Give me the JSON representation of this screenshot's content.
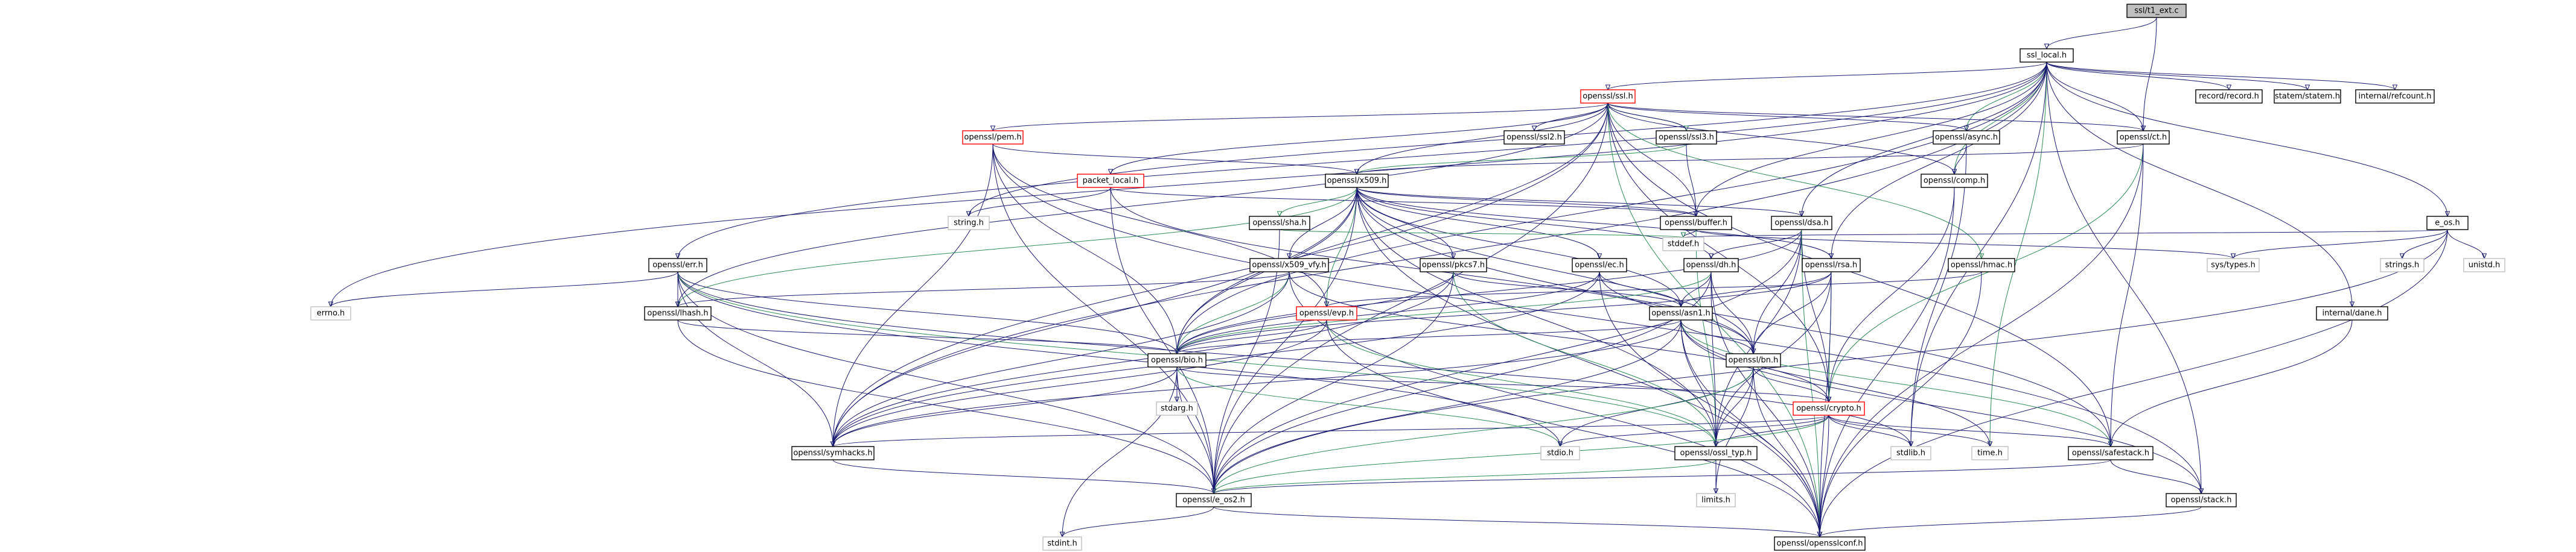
{
  "colors": {
    "edge": "#191970",
    "edge_alt": "#2e8b57",
    "node_border": "#000000",
    "root_fill": "#bfbfbf",
    "truncated_border": "#ff0000",
    "undocumented_border": "#bfbfbf"
  },
  "nodes": {
    "ssl_ssl_txt_c": "ssl/t1_ext.c",
    "ssl_local_h": "ssl_local.h",
    "openssl_ssl_h": "openssl/ssl.h",
    "openssl_pem_h": "openssl/pem.h",
    "openssl_ssl2_h": "openssl/ssl2.h",
    "openssl_ssl3_h": "openssl/ssl3.h",
    "openssl_async_h": "openssl/async.h",
    "openssl_ct_h": "openssl/ct.h",
    "record_record_h": "record/record.h",
    "statem_statem_h": "statem/statem.h",
    "internal_refcount_h": "internal/refcount.h",
    "packet_local_h": "packet_local.h",
    "openssl_x509_h": "openssl/x509.h",
    "openssl_comp_h": "openssl/comp.h",
    "openssl_buffer_h": "openssl/buffer.h",
    "openssl_dsa_h": "openssl/dsa.h",
    "e_os_h": "e_os.h",
    "openssl_sha_h": "openssl/sha.h",
    "string_h": "string.h",
    "openssl_err_h": "openssl/err.h",
    "openssl_pkcs7_h": "openssl/pkcs7.h",
    "openssl_ec_h": "openssl/ec.h",
    "openssl_dh_h": "openssl/dh.h",
    "openssl_rsa_h": "openssl/rsa.h",
    "openssl_hmac_h": "openssl/hmac.h",
    "stddef_h": "stddef.h",
    "sys_types_h": "sys/types.h",
    "strings_h": "strings.h",
    "unistd_h": "unistd.h",
    "openssl_x509_vfy_h": "openssl/x509_vfy.h",
    "openssl_lhash_h": "openssl/lhash.h",
    "errno_h": "errno.h",
    "openssl_evp_h": "openssl/evp.h",
    "openssl_asn1_h": "openssl/asn1.h",
    "internal_dane_h": "internal/dane.h",
    "openssl_bio_h": "openssl/bio.h",
    "openssl_bn_h": "openssl/bn.h",
    "stdarg_h": "stdarg.h",
    "openssl_crypto_h": "openssl/crypto.h",
    "openssl_symhacks_h": "openssl/symhacks.h",
    "stdio_h": "stdio.h",
    "openssl_ossl_typ_h": "openssl/ossl_typ.h",
    "stdlib_h": "stdlib.h",
    "time_h": "time.h",
    "openssl_safestack_h": "openssl/safestack.h",
    "limits_h": "limits.h",
    "openssl_e_os2_h": "openssl/e_os2.h",
    "openssl_stack_h": "openssl/stack.h",
    "stdint_h": "stdint.h",
    "openssl_opensslconf_h": "openssl/opensslconf.h"
  }
}
